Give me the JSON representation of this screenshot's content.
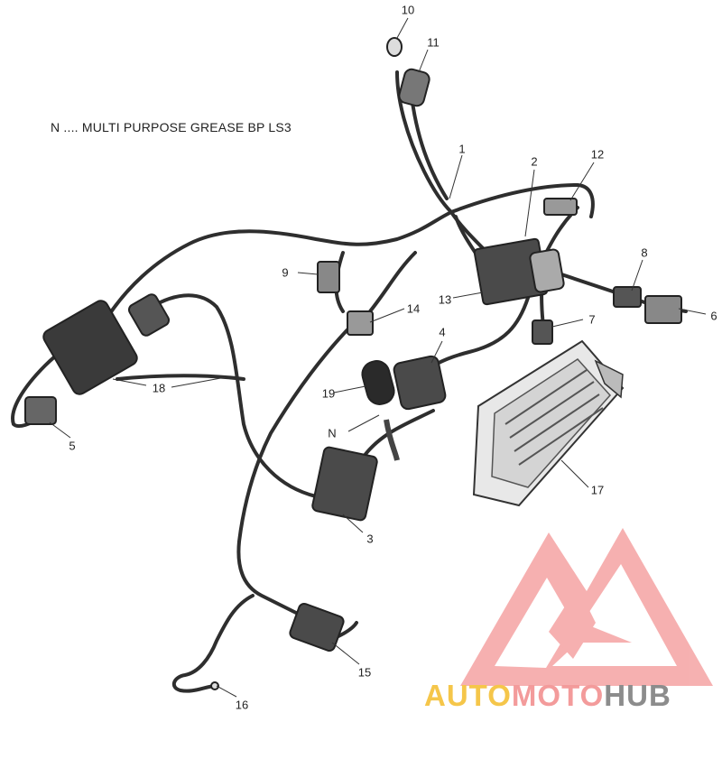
{
  "note": "N .... MULTI PURPOSE GREASE BP LS3",
  "grease_symbol": "N",
  "callouts": {
    "c1": "1",
    "c2": "2",
    "c3": "3",
    "c4": "4",
    "c5": "5",
    "c6": "6",
    "c7": "7",
    "c8": "8",
    "c9": "9",
    "c10": "10",
    "c11": "11",
    "c12": "12",
    "c13": "13",
    "c14": "14",
    "c15": "15",
    "c16": "16",
    "c17": "17",
    "c18": "18",
    "c19": "19"
  },
  "watermark": {
    "part1": "AUTO",
    "part2": "MOTO",
    "part3": "HUB",
    "colors": {
      "auto": "#f5c64a",
      "moto": "#f39b9b",
      "hub": "#8c8c8c",
      "logo": "#f39b9b"
    }
  }
}
